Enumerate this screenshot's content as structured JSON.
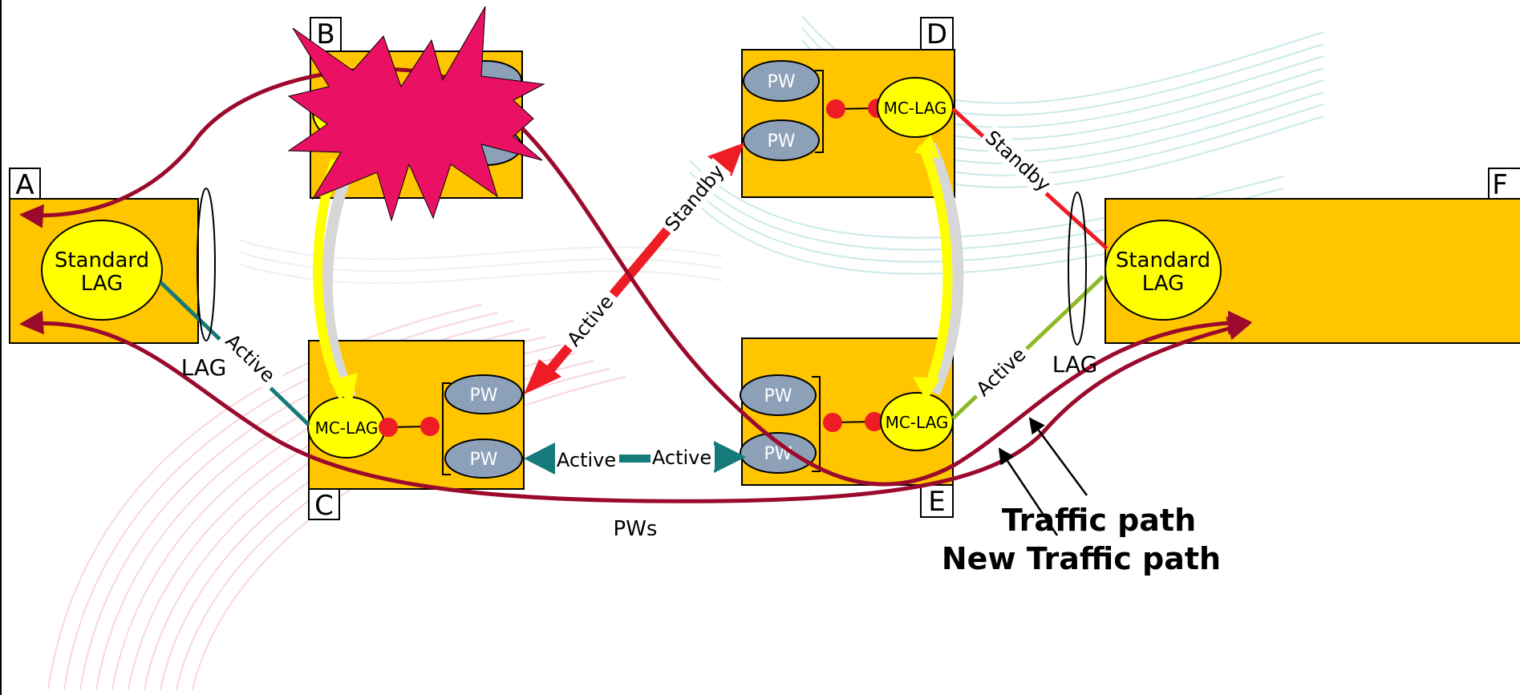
{
  "nodes": {
    "a": {
      "letter": "A",
      "lag_line1": "Standard",
      "lag_line2": "LAG"
    },
    "b": {
      "letter": "B"
    },
    "c": {
      "letter": "C",
      "mclag": "MC-LAG",
      "pw_top": "PW",
      "pw_bottom": "PW"
    },
    "d": {
      "letter": "D",
      "mclag": "MC-LAG",
      "pw_top": "PW",
      "pw_bottom": "PW"
    },
    "e": {
      "letter": "E",
      "mclag": "MC-LAG",
      "pw_top": "PW",
      "pw_bottom": "PW"
    },
    "f": {
      "letter": "F",
      "lag_line1": "Standard",
      "lag_line2": "LAG"
    }
  },
  "labels": {
    "lag_left": "LAG",
    "lag_right": "LAG",
    "pws": "PWs",
    "active_a_c": "Active",
    "active_c_d": "Active",
    "standby_c_d": "Standby",
    "standby_d_f": "Standby",
    "active_e_f": "Active",
    "active_pw_c": "Active",
    "active_pw_e": "Active"
  },
  "legend": {
    "traffic_path": "Traffic path",
    "new_traffic_path": "New Traffic path"
  },
  "colors": {
    "node_fill": "#FFC600",
    "lag_fill": "#FFFF00",
    "pw_fill": "#8CA0B8",
    "traffic_path": "#9B0A2C",
    "failure_burst": "#EA1063",
    "teal": "#177A7A",
    "red": "#EE1C25",
    "green": "#8DBA26"
  }
}
